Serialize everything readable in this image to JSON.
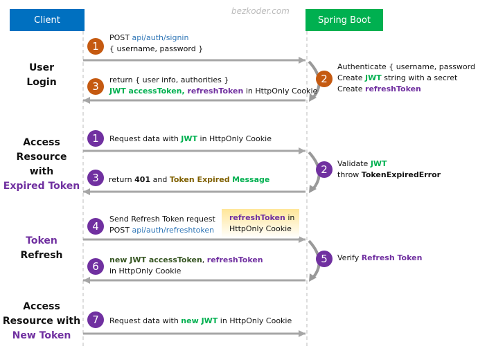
{
  "watermark": "bezkoder.com",
  "client": {
    "label": "Client",
    "color": "#0070c0"
  },
  "server": {
    "label": "Spring Boot",
    "color": "#00b050"
  },
  "sections": [
    {
      "lines": [
        "User",
        "Login"
      ]
    },
    {
      "lines": [
        "Access",
        "Resource",
        "with",
        "Expired Token"
      ]
    },
    {
      "lines": [
        "Token",
        "Refresh"
      ]
    },
    {
      "lines": [
        "Access",
        "Resource with",
        "New Token"
      ]
    }
  ],
  "steps": {
    "login1": {
      "num": "1",
      "l1": [
        [
          "POST ",
          ""
        ],
        [
          "api/auth/signin",
          "blue"
        ]
      ],
      "l2": [
        [
          "{ username, password }",
          ""
        ]
      ]
    },
    "login2": {
      "num": "2",
      "l1": [
        [
          "Authenticate { username, password }",
          ""
        ]
      ],
      "l2": [
        [
          "Create ",
          ""
        ],
        [
          "JWT",
          "green"
        ],
        [
          " string with a secret",
          ""
        ]
      ],
      "l3": [
        [
          "Create ",
          ""
        ],
        [
          "refreshToken",
          "purple"
        ]
      ]
    },
    "login3": {
      "num": "3",
      "l1": [
        [
          "return { user info, authorities }",
          ""
        ]
      ],
      "l2": [
        [
          "JWT accessToken, ",
          "green"
        ],
        [
          "refreshToken",
          "purple"
        ],
        [
          " in HttpOnly Cookie",
          ""
        ]
      ]
    },
    "exp1": {
      "num": "1",
      "l1": [
        [
          "Request data with ",
          ""
        ],
        [
          "JWT",
          "green"
        ],
        [
          " in HttpOnly Cookie",
          ""
        ]
      ]
    },
    "exp2": {
      "num": "2",
      "l1": [
        [
          "Validate ",
          ""
        ],
        [
          "JWT",
          "green"
        ]
      ],
      "l2": [
        [
          "throw ",
          ""
        ],
        [
          "TokenExpiredError",
          "bold"
        ]
      ]
    },
    "exp3": {
      "num": "3",
      "l1": [
        [
          "return ",
          ""
        ],
        [
          "401",
          "bold"
        ],
        [
          " and ",
          ""
        ],
        [
          "Token Expired",
          "brown"
        ],
        [
          " ",
          ""
        ],
        [
          "Message",
          "green"
        ]
      ]
    },
    "ref4": {
      "num": "4",
      "l1": [
        [
          "Send Refresh Token request",
          ""
        ]
      ],
      "l2": [
        [
          "POST ",
          ""
        ],
        [
          "api/auth/refreshtoken",
          "blue"
        ]
      ]
    },
    "cookie": {
      "l1": [
        [
          "refreshToken",
          "purple"
        ],
        [
          " in",
          ""
        ]
      ],
      "l2": [
        [
          "HttpOnly Cookie",
          ""
        ]
      ]
    },
    "ref5": {
      "num": "5",
      "l1": [
        [
          "Verify ",
          ""
        ],
        [
          "Refresh Token",
          "purple"
        ]
      ]
    },
    "ref6": {
      "num": "6",
      "l1": [
        [
          "new JWT accessToken",
          "dgreen"
        ],
        [
          ", ",
          ""
        ],
        [
          "refreshToken",
          "purple"
        ]
      ],
      "l2": [
        [
          "in HttpOnly Cookie",
          ""
        ]
      ]
    },
    "new7": {
      "num": "7",
      "l1": [
        [
          "Request data with ",
          ""
        ],
        [
          "new JWT",
          "green"
        ],
        [
          " in HttpOnly Cookie",
          ""
        ]
      ]
    }
  },
  "colors": {
    "orange": "#c55a11",
    "purple": "#7030a0",
    "arrow": "#a6a6a6"
  }
}
